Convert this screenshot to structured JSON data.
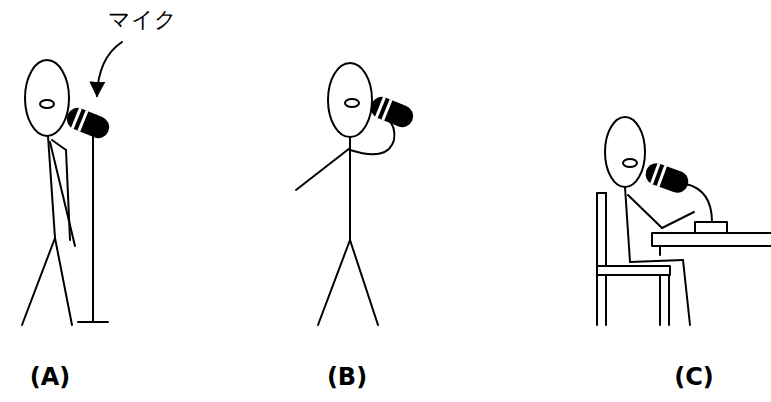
{
  "diagram": {
    "labels": [
      "マイク",
      "(A)",
      "(B)",
      "(C)"
    ]
  }
}
